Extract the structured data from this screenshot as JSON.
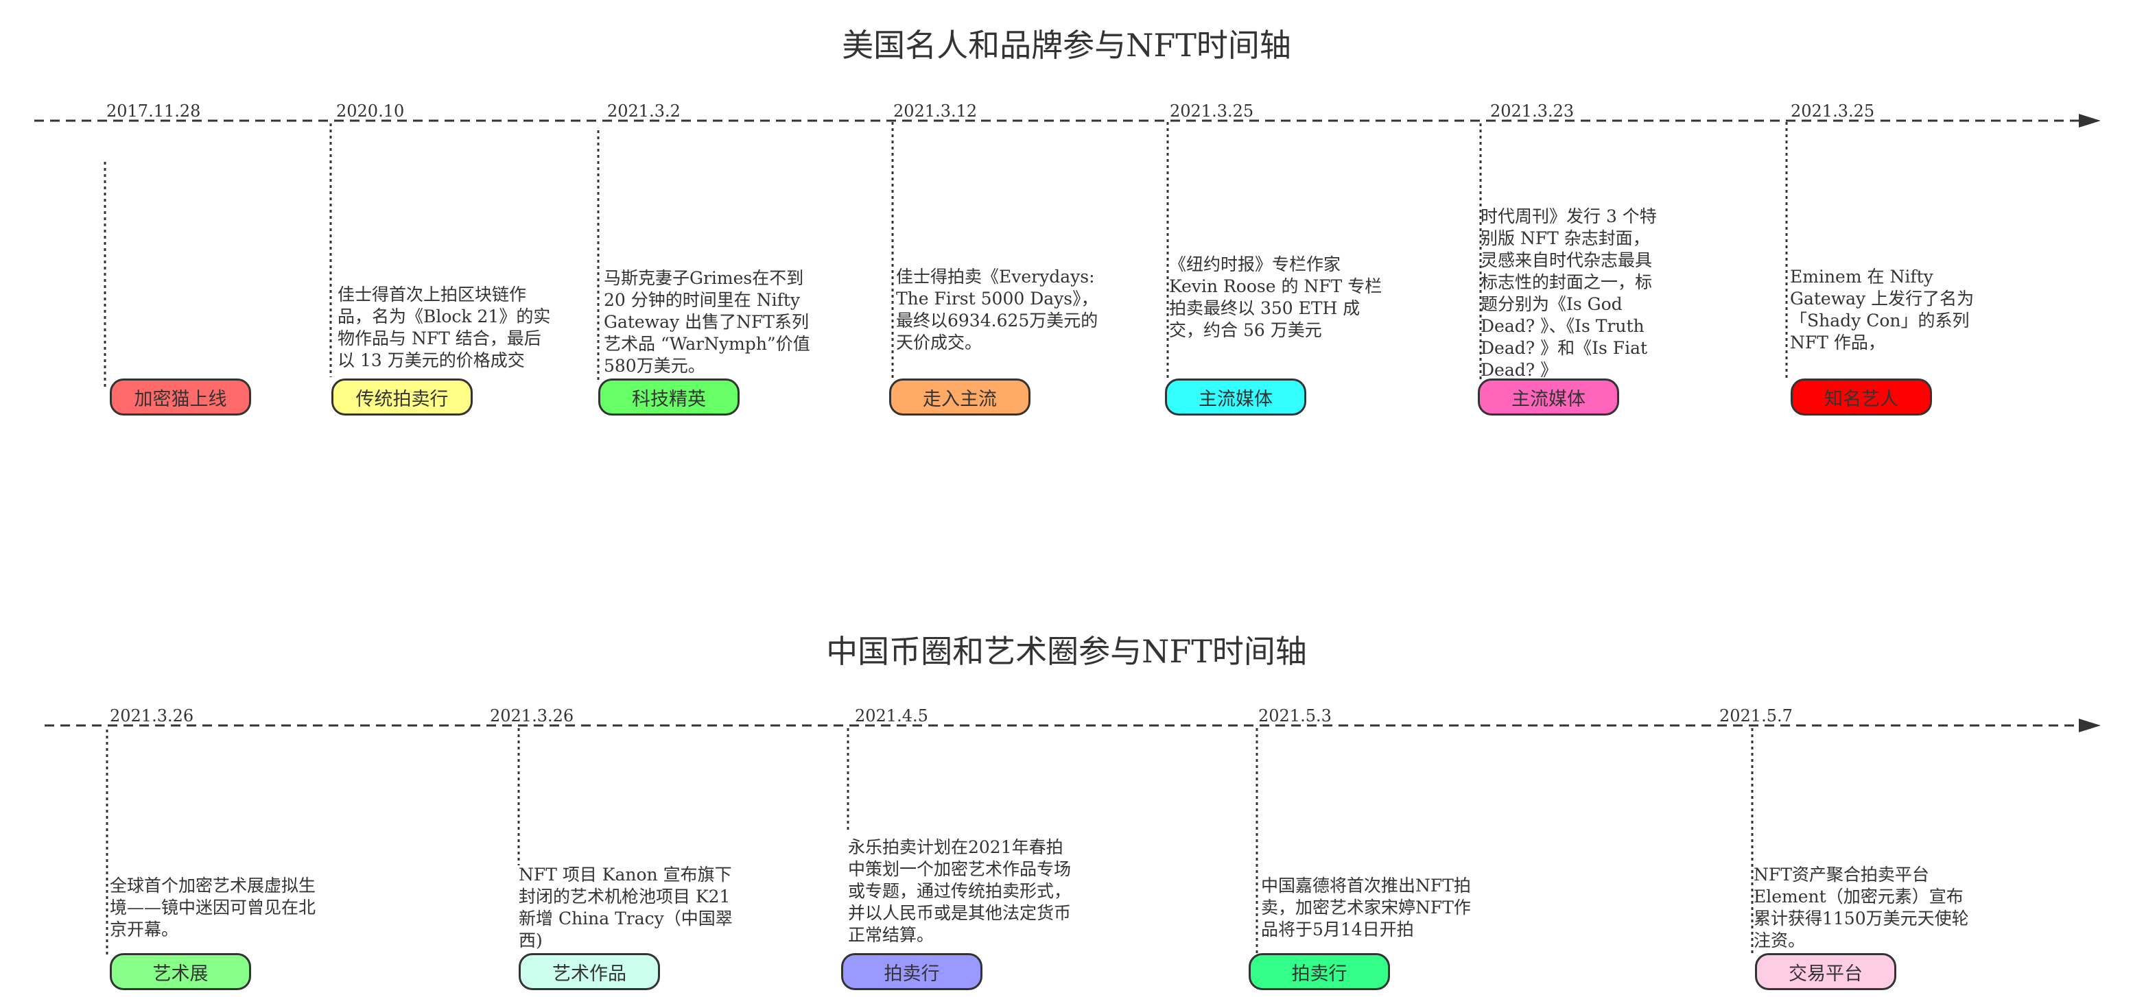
{
  "timelines": [
    {
      "title": "美国名人和品牌参与NFT时间轴",
      "events": [
        {
          "date": "2017.11.28",
          "tag": "加密猫上线",
          "color": "#ff6b6b",
          "desc": ""
        },
        {
          "date": "2020.10",
          "tag": "传统拍卖行",
          "color": "#ffff88",
          "desc": "佳士得首次上拍区块链作品，名为《Block 21》的实物作品与 NFT 结合，最后以 13 万美元的价格成交"
        },
        {
          "date": "2021.3.2",
          "tag": "科技精英",
          "color": "#66ff66",
          "desc": "马斯克妻子Grimes在不到20 分钟的时间里在 Nifty Gateway 出售了NFT系列艺术品 “WarNymph”价值 580万美元。"
        },
        {
          "date": "2021.3.12",
          "tag": "走入主流",
          "color": "#ffaa66",
          "desc": "佳士得拍卖《Everydays: The First 5000 Days》，最终以6934.625万美元的天价成交。"
        },
        {
          "date": "2021.3.25",
          "tag": "主流媒体",
          "color": "#33ffff",
          "desc": "《纽约时报》专栏作家 Kevin Roose 的 NFT 专栏拍卖最终以 350 ETH 成交，约合 56 万美元"
        },
        {
          "date": "2021.3.23",
          "tag": "主流媒体",
          "color": "#ff66bb",
          "desc": "时代周刊》发行 3 个特别版 NFT 杂志封面，灵感来自时代杂志最具标志性的封面之一，标题分别为《Is God Dead? 》、《Is Truth Dead? 》和《Is Fiat Dead? 》"
        },
        {
          "date": "2021.3.25",
          "tag": "知名艺人",
          "color": "#ff0000",
          "desc": "Eminem 在 Nifty Gateway 上发行了名为「Shady Con」的系列 NFT 作品，"
        }
      ]
    },
    {
      "title": "中国币圈和艺术圈参与NFT时间轴",
      "events": [
        {
          "date": "2021.3.26",
          "tag": "艺术展",
          "color": "#88ff88",
          "desc": "全球首个加密艺术展虚拟生境——镜中迷因可曾见在北京开幕。"
        },
        {
          "date": "2021.3.26",
          "tag": "艺术作品",
          "color": "#ccffee",
          "desc": "NFT 项目 Kanon 宣布旗下封闭的艺术机枪池项目 K21新增 China Tracy（中国翠西)"
        },
        {
          "date": "2021.4.5",
          "tag": "拍卖行",
          "color": "#9999ff",
          "desc": "永乐拍卖计划在2021年春拍中策划一个加密艺术作品专场或专题，通过传统拍卖形式，并以人民币或是其他法定货币正常结算。"
        },
        {
          "date": "2021.5.3",
          "tag": "拍卖行",
          "color": "#33ff88",
          "desc": "中国嘉德将首次推出NFT拍卖，加密艺术家宋婷NFT作品将于5月14日开拍"
        },
        {
          "date": "2021.5.7",
          "tag": "交易平台",
          "color": "#ffcce6",
          "desc": "NFT资产聚合拍卖平台Element（加密元素）宣布累计获得1150万美元天使轮注资。"
        }
      ]
    }
  ]
}
